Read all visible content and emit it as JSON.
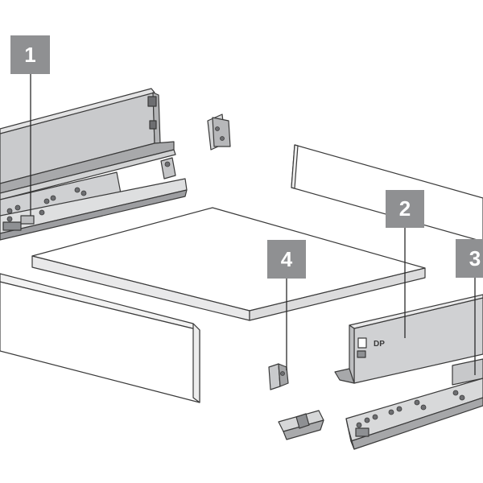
{
  "callouts": [
    {
      "id": "1",
      "text": "1"
    },
    {
      "id": "2",
      "text": "2"
    },
    {
      "id": "3",
      "text": "3"
    },
    {
      "id": "4",
      "text": "4"
    }
  ],
  "label_color": "#8f9092",
  "part_colors": {
    "panel_white": "#ffffff",
    "metal_light": "#d5d5d6",
    "metal_mid": "#b9babc",
    "metal_dark": "#8e9093",
    "outline": "#3a3a3a"
  }
}
